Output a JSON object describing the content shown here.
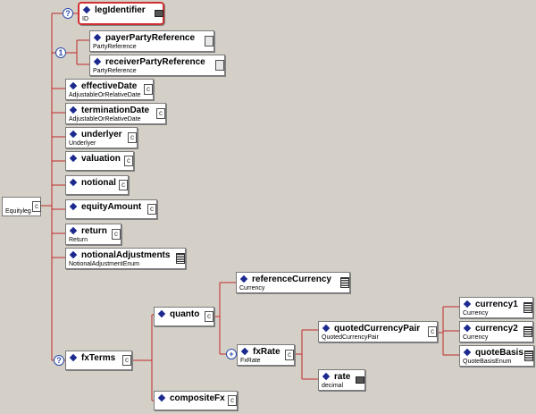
{
  "root": {
    "type": "Equityleg"
  },
  "nodes": {
    "legIdentifier": {
      "name": "legIdentifier",
      "type": "ID"
    },
    "payerPartyReference": {
      "name": "payerPartyReference",
      "type": "PartyReference"
    },
    "receiverPartyReference": {
      "name": "receiverPartyReference",
      "type": "PartyReference"
    },
    "effectiveDate": {
      "name": "effectiveDate",
      "type": "AdjustableOrRelativeDate"
    },
    "terminationDate": {
      "name": "terminationDate",
      "type": "AdjustableOrRelativeDate"
    },
    "underlyer": {
      "name": "underlyer",
      "type": "Underlyer"
    },
    "valuation": {
      "name": "valuation",
      "type": ""
    },
    "notional": {
      "name": "notional",
      "type": ""
    },
    "equityAmount": {
      "name": "equityAmount",
      "type": ""
    },
    "return": {
      "name": "return",
      "type": "Return"
    },
    "notionalAdjustments": {
      "name": "notionalAdjustments",
      "type": "NotionalAdjustmentEnum"
    },
    "fxTerms": {
      "name": "fxTerms",
      "type": ""
    },
    "quanto": {
      "name": "quanto",
      "type": ""
    },
    "compositeFx": {
      "name": "compositeFx",
      "type": ""
    },
    "referenceCurrency": {
      "name": "referenceCurrency",
      "type": "Currency"
    },
    "fxRate": {
      "name": "fxRate",
      "type": "FxRate"
    },
    "quotedCurrencyPair": {
      "name": "quotedCurrencyPair",
      "type": "QuotedCurrencyPair"
    },
    "rate": {
      "name": "rate",
      "type": "decimal"
    },
    "currency1": {
      "name": "currency1",
      "type": "Currency"
    },
    "currency2": {
      "name": "currency2",
      "type": "Currency"
    },
    "quoteBasis": {
      "name": "quoteBasis",
      "type": "QuoteBasisEnum"
    }
  },
  "compositors": {
    "legIdentifier_opt": "?",
    "partyReference_card": "1",
    "fxTerms_opt": "?",
    "fxRate_plus": "+"
  },
  "colors": {
    "background": "#d4d0c8",
    "line": "#c02828",
    "diamond": "#1c2a8e",
    "selected": "#d03030"
  }
}
